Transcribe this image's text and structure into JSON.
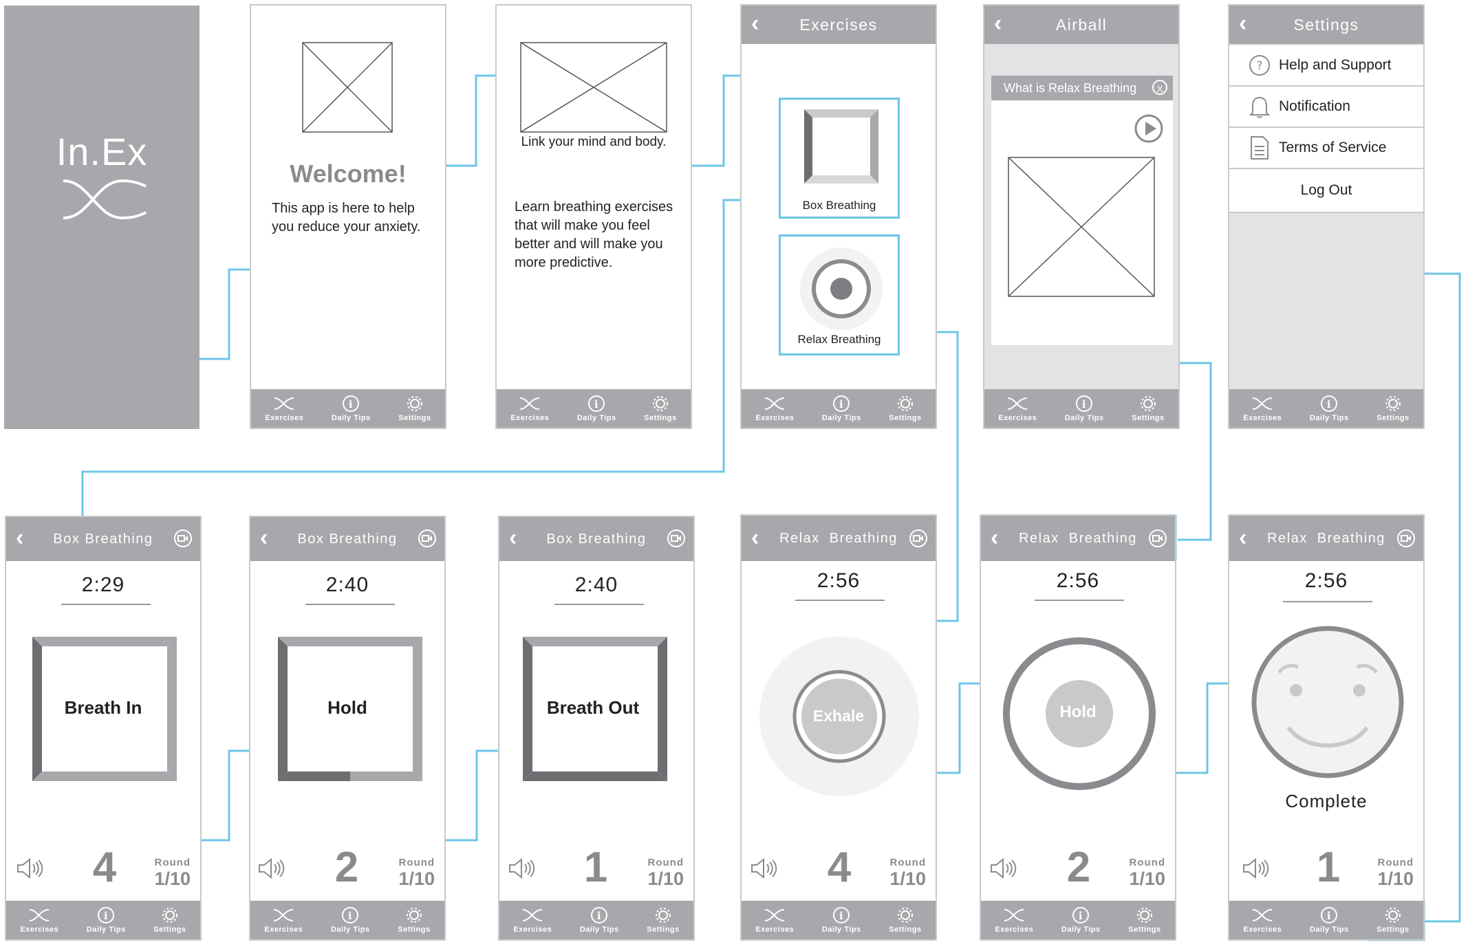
{
  "splash": {
    "logo_text": "In.Ex"
  },
  "tabs": {
    "exercises": "Exercises",
    "daily_tips": "Daily Tips",
    "settings": "Settings"
  },
  "onboarding1": {
    "title": "Welcome!",
    "body": "This app is here to help you reduce your anxiety."
  },
  "onboarding2": {
    "caption": "Link your mind and body.",
    "body": "Learn breathing exercises that will make you feel better and will make you more predictive."
  },
  "exercises": {
    "title": "Exercises",
    "items": [
      {
        "label": "Box Breathing"
      },
      {
        "label": "Relax Breathing"
      }
    ]
  },
  "airball": {
    "title": "Airball",
    "popup_title": "What is Relax Breathing",
    "close_glyph": "X"
  },
  "settings": {
    "title": "Settings",
    "items": [
      {
        "label": "Help and Support",
        "icon": "question-icon"
      },
      {
        "label": "Notification",
        "icon": "bell-icon"
      },
      {
        "label": "Terms of Service",
        "icon": "document-icon"
      },
      {
        "label": "Log Out"
      }
    ]
  },
  "box_screens": [
    {
      "title": "Box Breathing",
      "timer": "2:29",
      "phase": "Breath In",
      "count": "4",
      "round_label": "Round",
      "round_value": "1/10"
    },
    {
      "title": "Box Breathing",
      "timer": "2:40",
      "phase": "Hold",
      "count": "2",
      "round_label": "Round",
      "round_value": "1/10"
    },
    {
      "title": "Box Breathing",
      "timer": "2:40",
      "phase": "Breath Out",
      "count": "1",
      "round_label": "Round",
      "round_value": "1/10"
    }
  ],
  "relax_screens": [
    {
      "title": "Relax  Breathing",
      "timer": "2:56",
      "phase": "Exhale",
      "count": "4",
      "round_label": "Round",
      "round_value": "1/10"
    },
    {
      "title": "Relax  Breathing",
      "timer": "2:56",
      "phase": "Hold",
      "count": "2",
      "round_label": "Round",
      "round_value": "1/10"
    },
    {
      "title": "Relax  Breathing",
      "timer": "2:56",
      "phase": "Complete",
      "count": "1",
      "round_label": "Round",
      "round_value": "1/10"
    }
  ],
  "colors": {
    "header_gray": "#a7a8ab",
    "connector_blue": "#6dc5e7",
    "splash_gray": "#a7a8ab",
    "dark_gray": "#6d6e71"
  }
}
